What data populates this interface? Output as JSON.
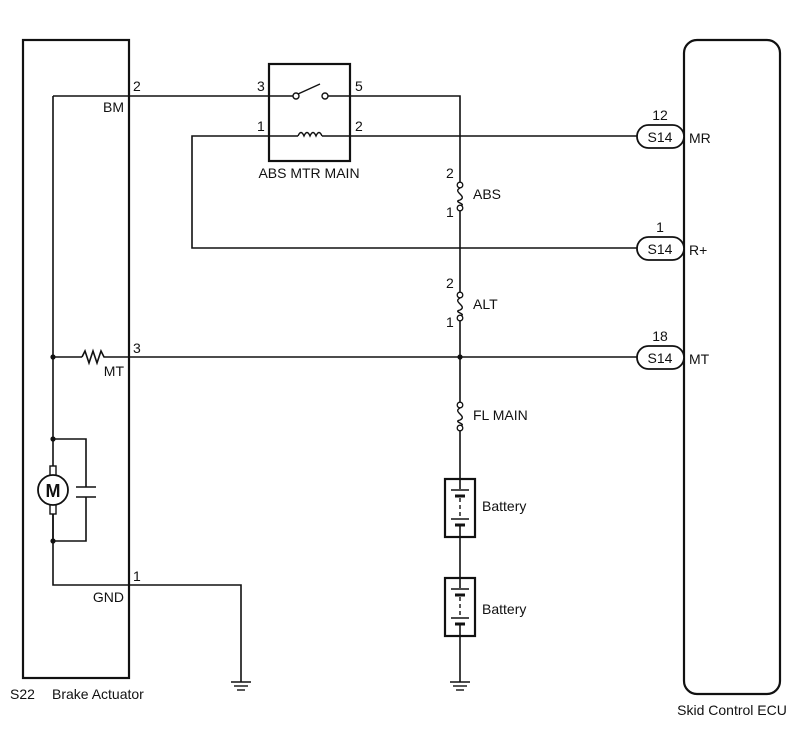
{
  "components": {
    "brake_actuator": {
      "connector": "S22",
      "name": "Brake Actuator",
      "terminals": [
        {
          "pin": "2",
          "label": "BM"
        },
        {
          "pin": "3",
          "label": "MT"
        },
        {
          "pin": "1",
          "label": "GND"
        }
      ],
      "motor_symbol": "M"
    },
    "relay": {
      "name": "ABS MTR MAIN",
      "pins": [
        "3",
        "5",
        "1",
        "2"
      ]
    },
    "fuses": [
      {
        "name": "ABS",
        "pin_top": "2",
        "pin_bottom": "1"
      },
      {
        "name": "ALT",
        "pin_top": "2",
        "pin_bottom": "1"
      },
      {
        "name": "FL MAIN",
        "pin_top": "",
        "pin_bottom": ""
      }
    ],
    "batteries": [
      {
        "name": "Battery"
      },
      {
        "name": "Battery"
      }
    ],
    "ecu": {
      "name": "Skid Control ECU",
      "terminals": [
        {
          "pin": "12",
          "connector": "S14",
          "label": "MR"
        },
        {
          "pin": "1",
          "connector": "S14",
          "label": "R+"
        },
        {
          "pin": "18",
          "connector": "S14",
          "label": "MT"
        }
      ]
    }
  },
  "colors": {
    "line": "#111111",
    "background": "#ffffff"
  }
}
